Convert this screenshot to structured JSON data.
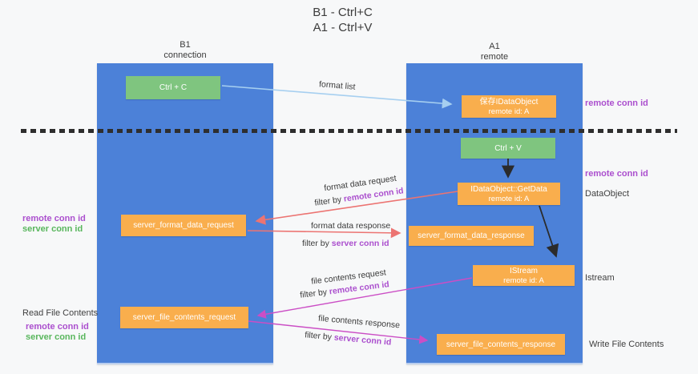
{
  "title": {
    "line1": "B1 - Ctrl+C",
    "line2": "A1 - Ctrl+V"
  },
  "lanes": {
    "left": {
      "name": "B1",
      "role": "connection"
    },
    "right": {
      "name": "A1",
      "role": "remote"
    }
  },
  "nodes": {
    "ctrl_c": {
      "label": "Ctrl + C"
    },
    "ctrl_v": {
      "label": "Ctrl + V"
    },
    "save_dataobject": {
      "line1": "保存IDataObject",
      "line2": "remote id: A"
    },
    "getdata": {
      "line1": "IDataObject::GetData",
      "line2": "remote id: A"
    },
    "istream": {
      "line1": "IStream",
      "line2": "remote id: A"
    },
    "format_request": {
      "label": "server_format_data_request"
    },
    "format_response": {
      "label": "server_format_data_response"
    },
    "file_request": {
      "label": "server_file_contents_request"
    },
    "file_response": {
      "label": "server_file_contents_response"
    }
  },
  "annotations": {
    "right_top_conn": "remote conn id",
    "right_mid_conn": "remote conn id",
    "dataobject": "DataObject",
    "istream": "Istream",
    "write_file": "Write File Contents",
    "read_file": "Read File Contents",
    "left_format": {
      "remote": "remote conn id",
      "server": "server conn id"
    },
    "left_file": {
      "remote": "remote conn id",
      "server": "server conn id"
    }
  },
  "flows": {
    "format_list": "format list",
    "format_request": {
      "line1": "format data request",
      "filter_prefix": "filter by ",
      "filter_key": "remote conn id"
    },
    "format_response": {
      "line1": "format data response",
      "filter_prefix": "filter by ",
      "filter_key": "server conn id"
    },
    "file_request": {
      "line1": "file contents request",
      "filter_prefix": "filter by ",
      "filter_key": "remote conn id"
    },
    "file_response": {
      "line1": "file contents response",
      "filter_prefix": "filter by ",
      "filter_key": "server conn id"
    }
  },
  "colors": {
    "lane_blue": "#4c81d8",
    "node_orange": "#f9ae4d",
    "node_green": "#7fc57f",
    "accent_purple": "#ab4fce",
    "accent_green": "#58b65c",
    "arrow_salmon": "#ec7472",
    "arrow_magenta": "#cb4ec5",
    "arrow_lightblue": "#a6cff0",
    "arrow_black": "#2b2b2b",
    "text_dark": "#3c3c3c",
    "background": "#f7f8f9"
  }
}
